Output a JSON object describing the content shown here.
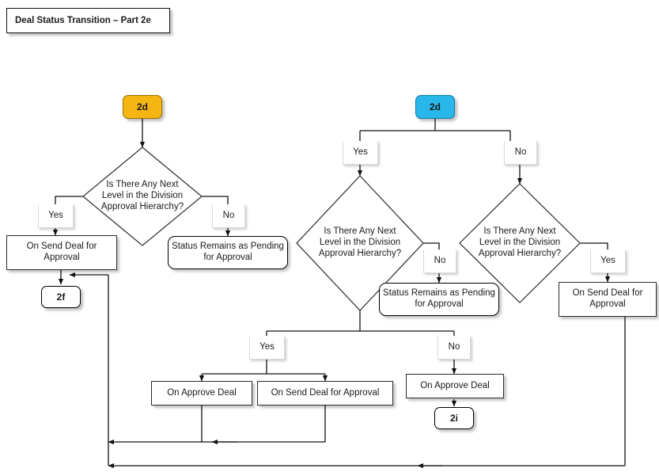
{
  "title": {
    "text": "Deal Status Transition – Part 2e"
  },
  "colors": {
    "orange": "#f5b512",
    "blue": "#29b6e8",
    "white": "#ffffff",
    "stroke": "#2b2b2b",
    "text": "#1a1a1a"
  },
  "nodes": {
    "connector_2d_left": {
      "label": "2d"
    },
    "connector_2d_right": {
      "label": "2d"
    },
    "connector_2f": {
      "label": "2f"
    },
    "connector_2i": {
      "label": "2i"
    },
    "decision_left": {
      "text": "Is There Any Next Level in the Division Approval Hierarchy?"
    },
    "decision_mid": {
      "text": "Is There Any Next Level in the Division Approval Hierarchy?"
    },
    "decision_right": {
      "text": "Is There Any Next Level in the Division Approval Hierarchy?"
    },
    "action_left_send": {
      "text": "On Send Deal for Approval"
    },
    "status_left_pending": {
      "text": "Status Remains as Pending for Approval"
    },
    "status_mid_pending": {
      "text": "Status Remains as Pending for Approval"
    },
    "action_right_send": {
      "text": "On Send Deal for Approval"
    },
    "action_approve_1": {
      "text": "On Approve Deal"
    },
    "action_send_2": {
      "text": "On Send Deal for Approval"
    },
    "action_approve_2": {
      "text": "On Approve Deal"
    }
  },
  "edge_labels": {
    "left_yes": "Yes",
    "left_no": "No",
    "right_top_yes": "Yes",
    "right_top_no": "No",
    "mid_no": "No",
    "right_yes": "Yes",
    "mid_bottom_yes": "Yes",
    "mid_bottom_no": "No"
  }
}
